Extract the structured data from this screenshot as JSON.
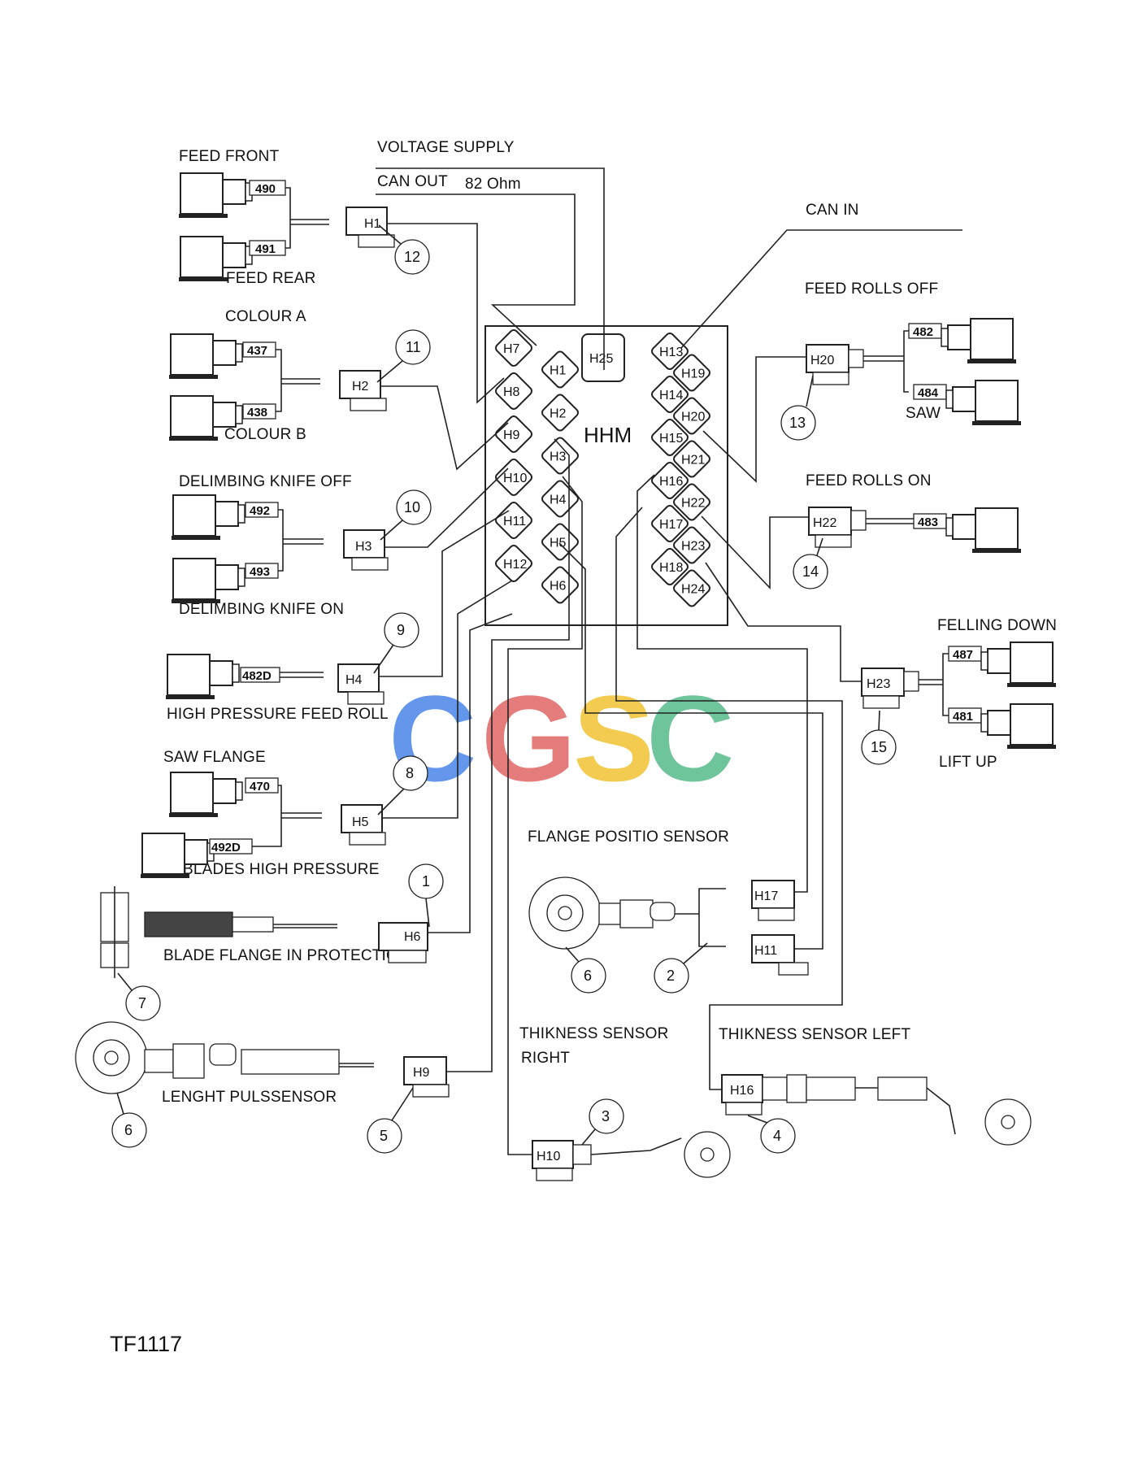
{
  "figure_id": "TF1117",
  "watermark": {
    "C1": "C",
    "G": "G",
    "S": "S",
    "C2": "C",
    "colors": {
      "C1": "#4a86e8",
      "G": "#e06666",
      "S": "#f1c232",
      "C2": "#57bb8a"
    }
  },
  "hub": {
    "label": "HHM",
    "center_socket": "H25",
    "left_sockets": [
      "H7",
      "H1",
      "H8",
      "H2",
      "H9",
      "H3",
      "H10",
      "H4",
      "H11",
      "H5",
      "H12",
      "H6"
    ],
    "right_sockets": [
      "H13",
      "H19",
      "H14",
      "H20",
      "H15",
      "H21",
      "H16",
      "H22",
      "H17",
      "H23",
      "H18",
      "H24"
    ]
  },
  "bus": {
    "voltage_supply": "VOLTAGE SUPPLY",
    "can_out": "CAN OUT",
    "terminator": "82  Ohm",
    "can_in": "CAN IN"
  },
  "groups": {
    "g12": {
      "num": "12",
      "connector": "H1",
      "codes": [
        "490",
        "491"
      ],
      "labels": [
        "FEED FRONT",
        "FEED REAR"
      ]
    },
    "g11": {
      "num": "11",
      "connector": "H2",
      "codes": [
        "437",
        "438"
      ],
      "labels": [
        "COLOUR A",
        "COLOUR B"
      ]
    },
    "g10": {
      "num": "10",
      "connector": "H3",
      "codes": [
        "492",
        "493"
      ],
      "labels": [
        "DELIMBING KNIFE OFF",
        "DELIMBING KNIFE ON"
      ]
    },
    "g9": {
      "num": "9",
      "connector": "H4",
      "codes": [
        "482D"
      ],
      "labels": [
        "HIGH PRESSURE FEED ROLL"
      ]
    },
    "g8": {
      "num": "8",
      "connector": "H5",
      "codes": [
        "470",
        "492D"
      ],
      "labels": [
        "SAW FLANGE",
        "BLADES HIGH PRESSURE"
      ]
    },
    "g1": {
      "num": "1",
      "connector": "H6",
      "labels": [
        "BLADE FLANGE IN PROTECTION"
      ]
    },
    "g7": {
      "num": "7"
    },
    "g5": {
      "num": "5",
      "connector": "H9",
      "sensor_num": "6",
      "labels": [
        "LENGHT PULSSENSOR"
      ]
    },
    "g3": {
      "num": "3",
      "connector": "H10",
      "labels": [
        "THIKNESS SENSOR",
        "RIGHT"
      ]
    },
    "g2": {
      "num": "2",
      "connectors": [
        "H17",
        "H11"
      ],
      "sensor_num": "6",
      "labels": [
        "FLANGE POSITIO SENSOR"
      ]
    },
    "g4": {
      "num": "4",
      "connector": "H16",
      "labels": [
        "THIKNESS SENSOR LEFT"
      ]
    },
    "g13": {
      "num": "13",
      "connector": "H20",
      "codes": [
        "482",
        "484"
      ],
      "labels": [
        "FEED ROLLS OFF",
        "SAW"
      ]
    },
    "g14": {
      "num": "14",
      "connector": "H22",
      "codes": [
        "483"
      ],
      "labels": [
        "FEED ROLLS ON"
      ]
    },
    "g15": {
      "num": "15",
      "connector": "H23",
      "codes": [
        "487",
        "481"
      ],
      "labels": [
        "FELLING DOWN",
        "LIFT UP"
      ]
    }
  }
}
